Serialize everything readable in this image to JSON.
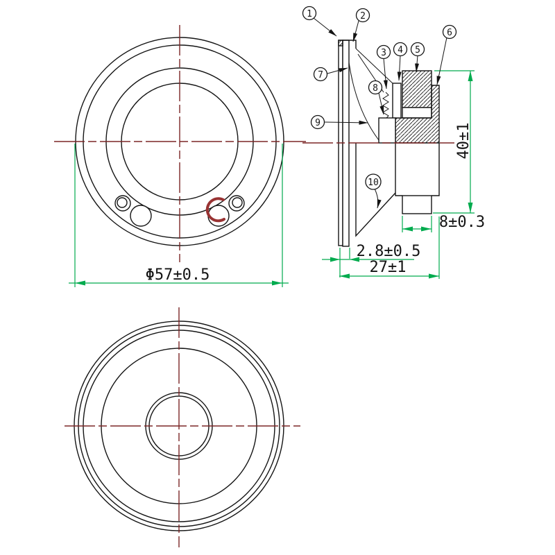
{
  "drawing": {
    "type": "speaker-engineering-drawing",
    "views": {
      "front_view": "front",
      "section_view": "side section",
      "rear_view": "rear"
    }
  },
  "dimensions": {
    "front_diameter": "Φ57±0.5",
    "flange_thickness": "2.8±0.5",
    "total_depth": "27±1",
    "magnet_boss_width": "8±0.3",
    "rear_assembly_height": "40±1"
  },
  "callouts": [
    "1",
    "2",
    "3",
    "4",
    "5",
    "6",
    "7",
    "8",
    "9",
    "10"
  ],
  "colors": {
    "line": "#141414",
    "dimension_green": "#00AB4E",
    "centerline_red": "#7B2626",
    "highlight_red": "#993333",
    "background": "#FFFFFF"
  }
}
